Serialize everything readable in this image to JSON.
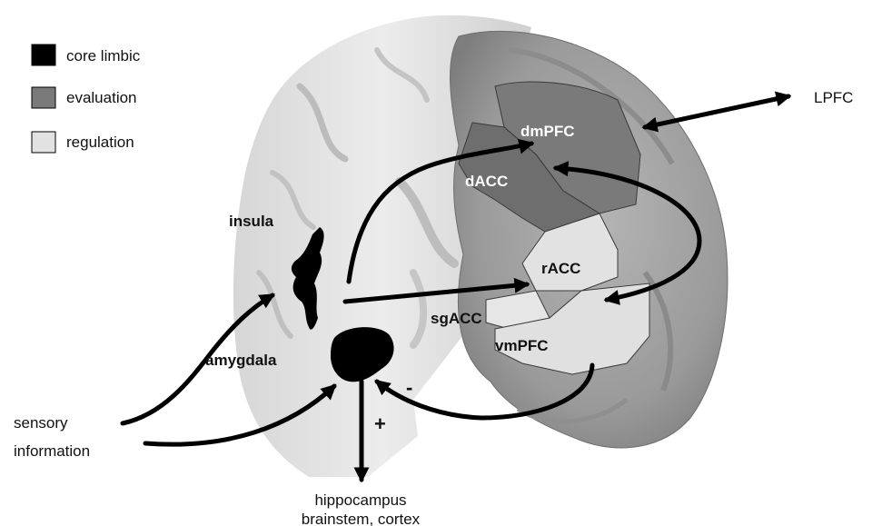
{
  "legend": {
    "items": [
      {
        "label": "core limbic",
        "color": "#000000"
      },
      {
        "label": "evaluation",
        "color": "#7a7a7a"
      },
      {
        "label": "regulation",
        "color": "#e2e2e2"
      }
    ]
  },
  "regions": {
    "dmPFC": "dmPFC",
    "dACC": "dACC",
    "rACC": "rACC",
    "sgACC": "sgACC",
    "vmPFC": "vmPFC",
    "insula": "insula",
    "amygdala": "amygdala"
  },
  "external": {
    "lpfc": "LPFC",
    "sensory_line1": "sensory",
    "sensory_line2": "information",
    "output_line1": "hippocampus",
    "output_line2": "brainstem, cortex"
  },
  "signs": {
    "minus": "-",
    "plus": "+"
  }
}
